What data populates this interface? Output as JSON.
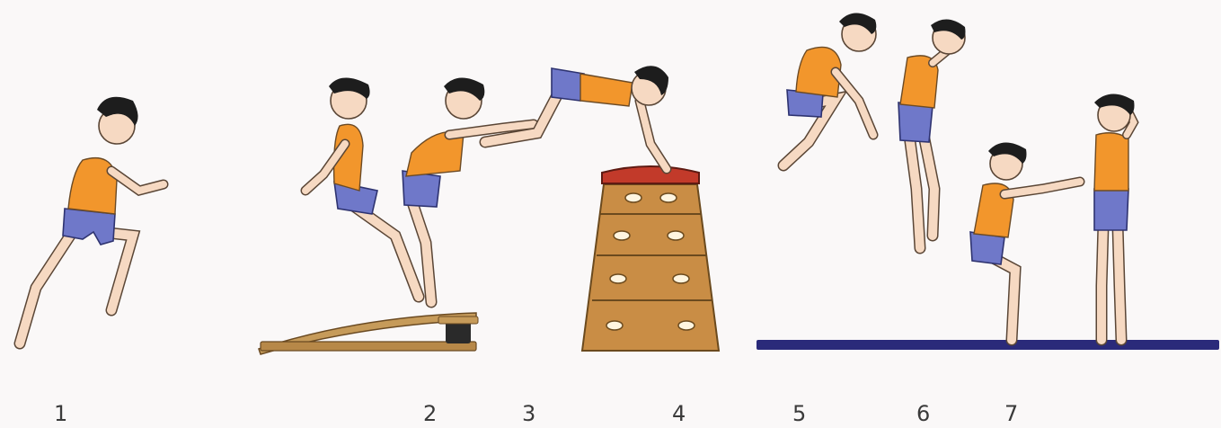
{
  "step_labels": [
    "1",
    "2",
    "3",
    "4",
    "5",
    "6",
    "7"
  ],
  "colors": {
    "shirt": "#f2962c",
    "shorts": "#6f78c9",
    "skin": "#f6d9c2",
    "hair": "#1d1d1d",
    "box_wood": "#c98d45",
    "box_top": "#c23a2a",
    "board_wood": "#c69b5a",
    "mat": "#2a2a7a"
  }
}
